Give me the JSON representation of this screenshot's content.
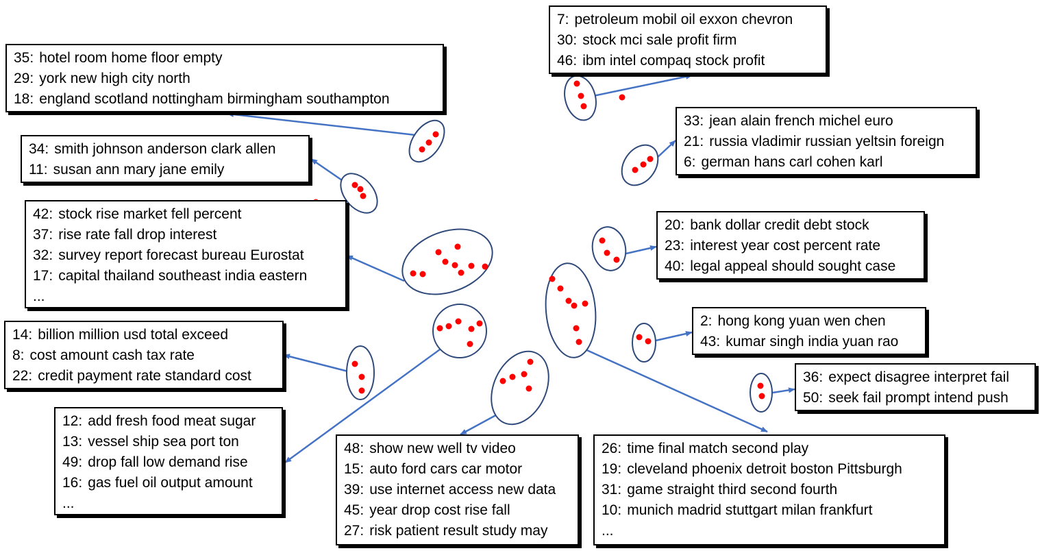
{
  "colors": {
    "cluster_outline": "#2f4a7a",
    "dot": "#ff0000",
    "arrow": "#4472c4",
    "box_border": "#000000"
  },
  "boxes": [
    {
      "id": "b1",
      "lines": [
        {
          "num": "35:",
          "words": "hotel room home floor empty"
        },
        {
          "num": "29:",
          "words": "york new high city north"
        },
        {
          "num": "18:",
          "words": "england scotland nottingham birmingham southampton"
        }
      ],
      "more": false
    },
    {
      "id": "b2",
      "lines": [
        {
          "num": "34:",
          "words": "smith johnson anderson clark allen"
        },
        {
          "num": "11:",
          "words": "susan ann mary jane emily"
        }
      ],
      "more": false
    },
    {
      "id": "b3",
      "lines": [
        {
          "num": "42:",
          "words": "stock rise market fell percent"
        },
        {
          "num": "37:",
          "words": "rise rate fall drop interest"
        },
        {
          "num": "32:",
          "words": "survey report forecast bureau Eurostat"
        },
        {
          "num": "17:",
          "words": "capital thailand southeast india eastern"
        }
      ],
      "more": true
    },
    {
      "id": "b4",
      "lines": [
        {
          "num": "14:",
          "words": "billion million usd total exceed"
        },
        {
          "num": "8:",
          "words": "cost amount cash tax rate"
        },
        {
          "num": "22:",
          "words": "credit payment rate standard cost"
        }
      ],
      "more": false
    },
    {
      "id": "b5",
      "lines": [
        {
          "num": "12:",
          "words": "add fresh food meat sugar"
        },
        {
          "num": "13:",
          "words": "vessel ship sea port ton"
        },
        {
          "num": "49:",
          "words": "drop fall low demand rise"
        },
        {
          "num": "16:",
          "words": "gas fuel oil output amount"
        }
      ],
      "more": true
    },
    {
      "id": "b6",
      "lines": [
        {
          "num": "48:",
          "words": "show new well tv video"
        },
        {
          "num": "15:",
          "words": "auto ford cars car motor"
        },
        {
          "num": "39:",
          "words": "use internet access new data"
        },
        {
          "num": "45:",
          "words": "year drop cost rise fall"
        },
        {
          "num": "27:",
          "words": "risk patient result study may"
        }
      ],
      "more": false
    },
    {
      "id": "b7",
      "lines": [
        {
          "num": "26:",
          "words": "time final match second play"
        },
        {
          "num": "19:",
          "words": "cleveland phoenix detroit boston Pittsburgh"
        },
        {
          "num": "31:",
          "words": "game straight third second fourth"
        },
        {
          "num": "10:",
          "words": "munich madrid stuttgart milan frankfurt"
        }
      ],
      "more": true
    },
    {
      "id": "b8",
      "lines": [
        {
          "num": "7:",
          "words": "petroleum mobil oil exxon chevron"
        },
        {
          "num": "30:",
          "words": "stock mci sale profit firm"
        },
        {
          "num": "46:",
          "words": "ibm intel compaq stock profit"
        }
      ],
      "more": false
    },
    {
      "id": "b9",
      "lines": [
        {
          "num": "33:",
          "words": "jean alain french michel euro"
        },
        {
          "num": "21:",
          "words": "russia vladimir russian yeltsin foreign"
        },
        {
          "num": "6:",
          "words": "german hans carl cohen karl"
        }
      ],
      "more": false
    },
    {
      "id": "b10",
      "lines": [
        {
          "num": "20:",
          "words": "bank dollar credit debt stock"
        },
        {
          "num": "23:",
          "words": "interest year cost percent rate"
        },
        {
          "num": "40:",
          "words": "legal appeal should sought case"
        }
      ],
      "more": false
    },
    {
      "id": "b11",
      "lines": [
        {
          "num": "2:",
          "words": "hong kong yuan wen chen"
        },
        {
          "num": "43:",
          "words": "kumar singh india yuan rao"
        }
      ],
      "more": false
    },
    {
      "id": "b12",
      "lines": [
        {
          "num": "36:",
          "words": "expect disagree interpret fail"
        },
        {
          "num": "50:",
          "words": "seek fail prompt intend push"
        }
      ],
      "more": false
    }
  ],
  "more_text": "..."
}
